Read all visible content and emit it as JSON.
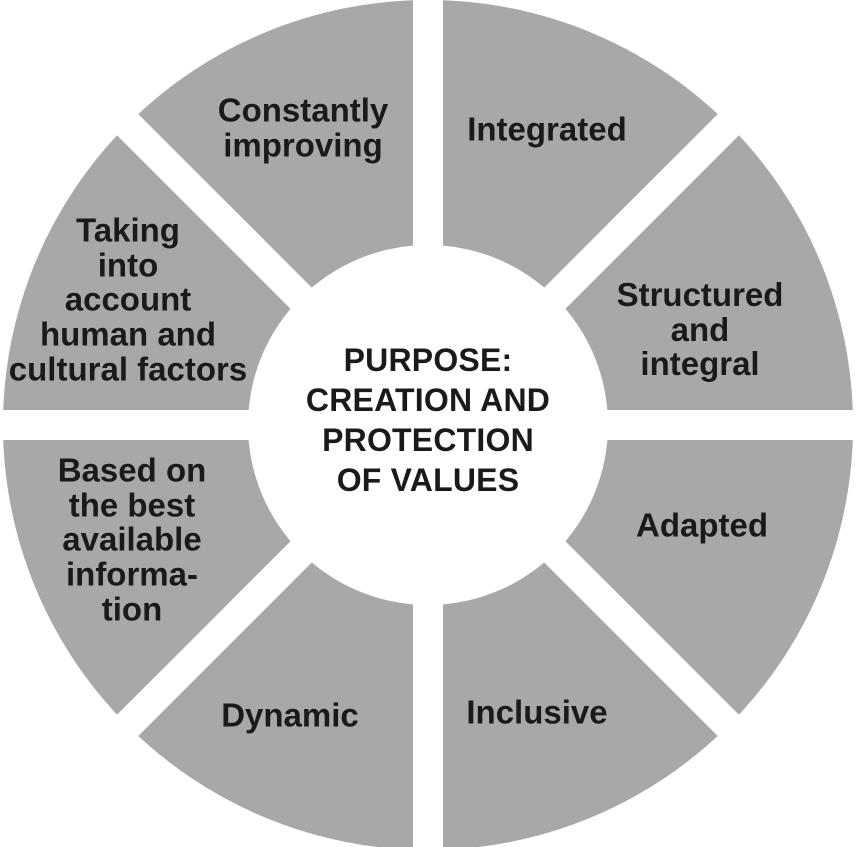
{
  "center": {
    "text": "PURPOSE:\nCREATION AND\nPROTECTION\nOF VALUES"
  },
  "segments": [
    {
      "text": "Integrated"
    },
    {
      "text": "Structured\nand\nintegral"
    },
    {
      "text": "Adapted"
    },
    {
      "text": "Inclusive"
    },
    {
      "text": "Dynamic"
    },
    {
      "text": "Based on\nthe best\navailable\ninforma-\ntion"
    },
    {
      "text": "Taking\ninto\naccount\nhuman and\ncultural factors"
    },
    {
      "text": "Constantly\nimproving"
    }
  ],
  "colors": {
    "segment": "#a8a8a8",
    "background": "#ffffff",
    "text": "#1a1a1a"
  }
}
